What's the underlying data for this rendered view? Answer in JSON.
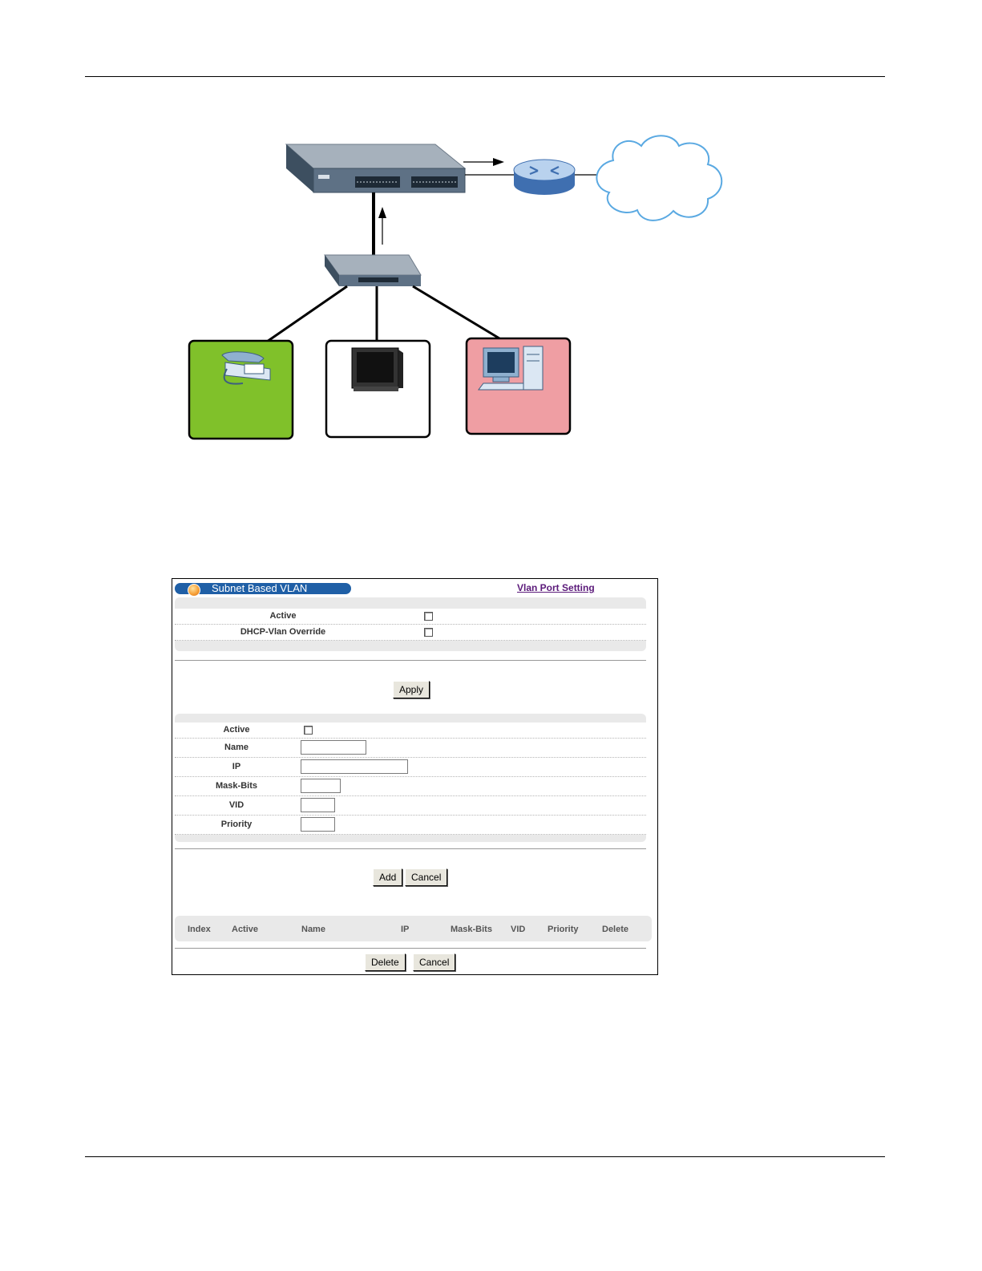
{
  "screenshot": {
    "title": "Subnet Based VLAN",
    "port_setting_link": "Vlan Port Setting",
    "global": {
      "active_label": "Active",
      "dhcp_override_label": "DHCP-Vlan Override",
      "apply_button": "Apply"
    },
    "entry_form": {
      "active_label": "Active",
      "name_label": "Name",
      "ip_label": "IP",
      "mask_bits_label": "Mask-Bits",
      "vid_label": "VID",
      "priority_label": "Priority",
      "name_value": "",
      "ip_value": "",
      "mask_bits_value": "",
      "vid_value": "",
      "priority_value": "",
      "add_button": "Add",
      "cancel_button": "Cancel"
    },
    "table": {
      "columns": [
        "Index",
        "Active",
        "Name",
        "IP",
        "Mask-Bits",
        "VID",
        "Priority",
        "Delete"
      ],
      "delete_button": "Delete",
      "cancel_button": "Cancel"
    }
  },
  "diagram": {
    "endpoint_colors": {
      "phone": "#80c12a",
      "monitor": "#ffffff",
      "computer": "#ef9ea3"
    }
  }
}
